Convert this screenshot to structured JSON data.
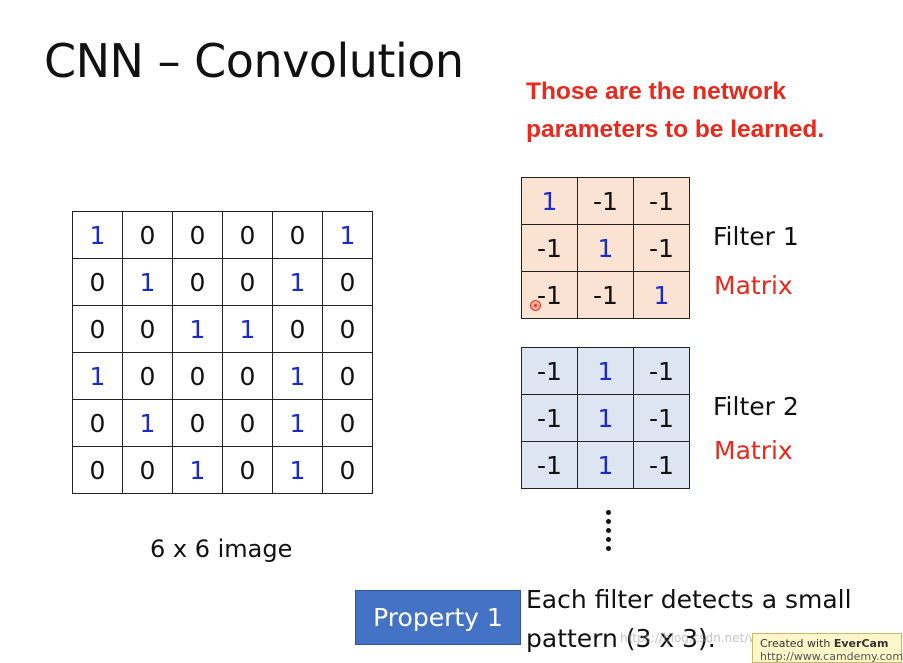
{
  "slide": {
    "title": "CNN – Convolution",
    "note_line1": "Those are the network",
    "note_line2": "parameters to be learned.",
    "image_caption": "6 x 6 image",
    "property_button": "Property 1",
    "description_line1": "Each filter detects a small",
    "description_line2": "pattern (3 x 3)."
  },
  "image_grid": [
    [
      "1",
      "0",
      "0",
      "0",
      "0",
      "1"
    ],
    [
      "0",
      "1",
      "0",
      "0",
      "1",
      "0"
    ],
    [
      "0",
      "0",
      "1",
      "1",
      "0",
      "0"
    ],
    [
      "1",
      "0",
      "0",
      "0",
      "1",
      "0"
    ],
    [
      "0",
      "1",
      "0",
      "0",
      "1",
      "0"
    ],
    [
      "0",
      "0",
      "1",
      "0",
      "1",
      "0"
    ]
  ],
  "filter1": {
    "label": "Filter 1",
    "sublabel": "Matrix",
    "cells": [
      [
        "1",
        "-1",
        "-1"
      ],
      [
        "-1",
        "1",
        "-1"
      ],
      [
        "-1",
        "-1",
        "1"
      ]
    ]
  },
  "filter2": {
    "label": "Filter 2",
    "sublabel": "Matrix",
    "cells": [
      [
        "-1",
        "1",
        "-1"
      ],
      [
        "-1",
        "1",
        "-1"
      ],
      [
        "-1",
        "1",
        "-1"
      ]
    ]
  },
  "overlay": {
    "watermark": "https://blog.csdn.net/weixin_4",
    "evercam_prefix": "Created with ",
    "evercam_brand": "EverCam",
    "evercam_url": "http://www.camdemy.com"
  },
  "colors": {
    "one_blue": "#1a2bc8",
    "note_red": "#e8291c",
    "filter1_bg": "#fbe3d4",
    "filter2_bg": "#dde5f2",
    "button_blue": "#4472c4"
  }
}
